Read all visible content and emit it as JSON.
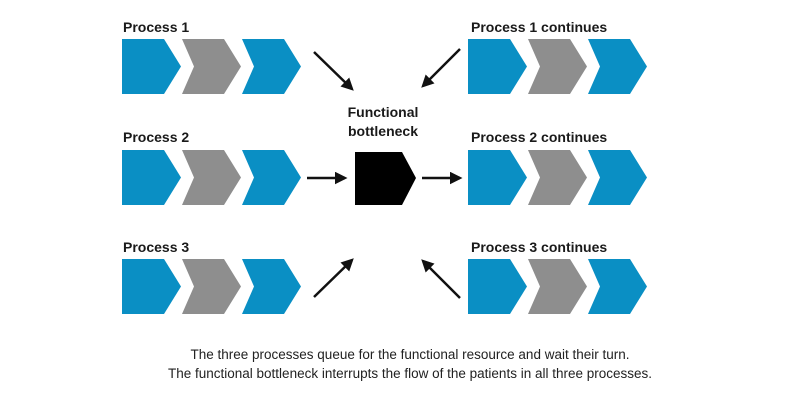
{
  "colors": {
    "step_blue": "#0a8fc4",
    "step_gray": "#8e8e8e",
    "bottleneck": "#000000",
    "arrow": "#111111"
  },
  "processes": [
    {
      "label": "Process 1",
      "continues_label": "Process 1 continues",
      "steps": [
        "blue",
        "gray",
        "blue"
      ],
      "continues_steps": [
        "blue",
        "gray",
        "blue"
      ]
    },
    {
      "label": "Process 2",
      "continues_label": "Process 2 continues",
      "steps": [
        "blue",
        "gray",
        "blue"
      ],
      "continues_steps": [
        "blue",
        "gray",
        "blue"
      ]
    },
    {
      "label": "Process 3",
      "continues_label": "Process 3 continues",
      "steps": [
        "blue",
        "gray",
        "blue"
      ],
      "continues_steps": [
        "blue",
        "gray",
        "blue"
      ]
    }
  ],
  "bottleneck": {
    "label_line1": "Functional",
    "label_line2": "bottleneck"
  },
  "caption": {
    "line1": "The three processes queue for the functional resource and wait their turn.",
    "line2": "The functional bottleneck interrupts the flow of the patients in all three processes."
  }
}
